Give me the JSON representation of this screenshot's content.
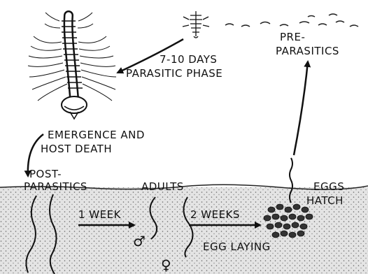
{
  "labels": {
    "parasitic_days": "7-10 DAYS",
    "parasitic_phase": "PARASITIC PHASE",
    "pre_line1": "PRE-",
    "pre_line2": "PARASITICS",
    "emergence_line1": "EMERGENCE AND",
    "emergence_line2": "HOST DEATH",
    "post_line1": "POST-",
    "post_line2": "PARASITICS",
    "adults": "ADULTS",
    "eggs_line1": "EGGS",
    "eggs_line2": "HATCH",
    "one_week": "1 WEEK",
    "two_weeks": "2 WEEKS",
    "egg_laying": "EGG LAYING",
    "male_symbol": "♂",
    "female_symbol": "♀"
  },
  "colors": {
    "ink": "#111111",
    "soil": "#dcdcdc",
    "soil_dots": "#555555",
    "egg": "#333333"
  }
}
